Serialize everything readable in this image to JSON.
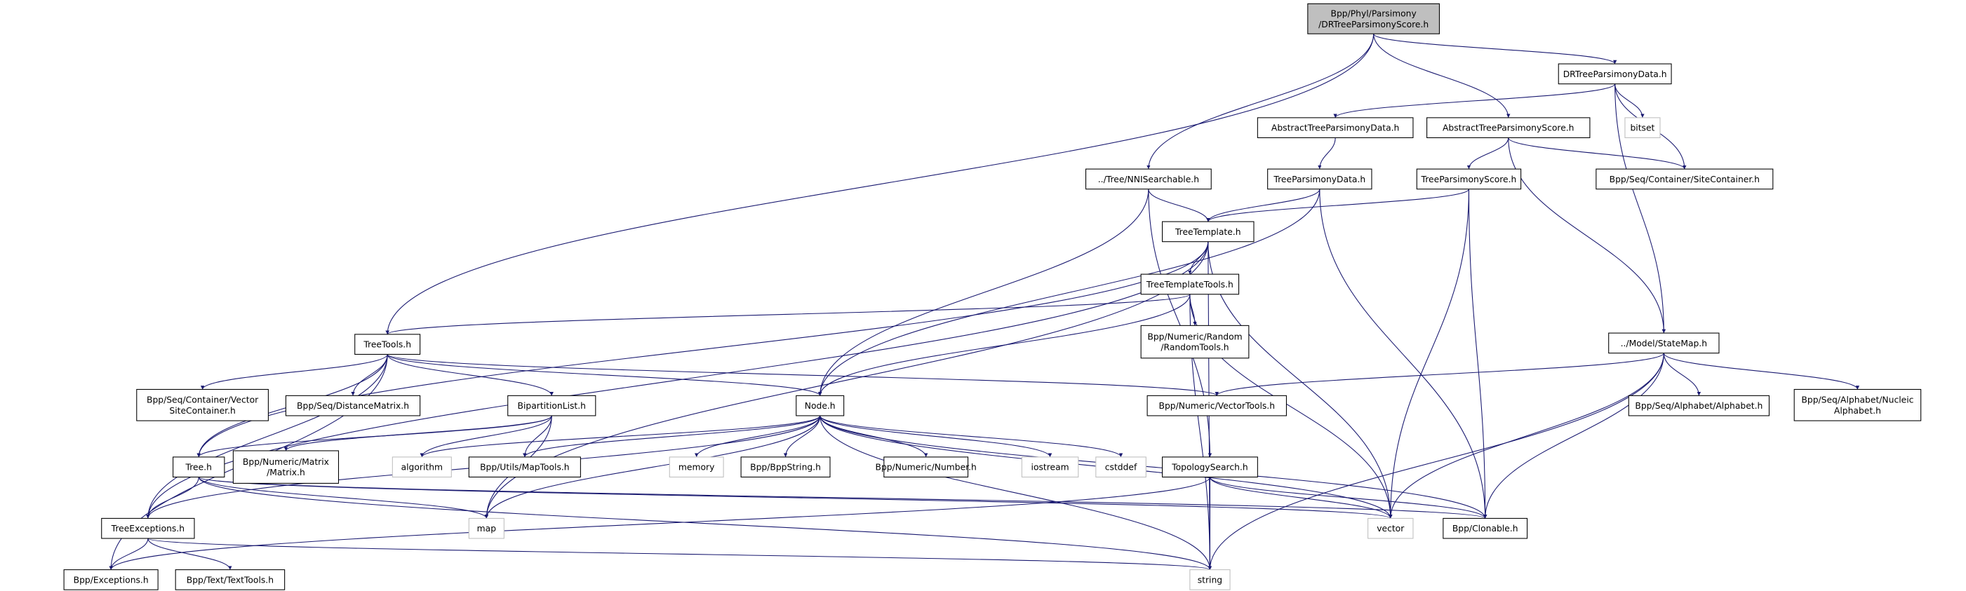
{
  "colors": {
    "edge": "#191970",
    "root_fill": "#bfbfbf",
    "node_border": "#000000",
    "system_border": "#bfbfbf",
    "background": "#ffffff"
  },
  "nodes": [
    {
      "id": "root",
      "label": [
        "Bpp/Phyl/Parsimony",
        "/DRTreeParsimonyScore.h"
      ],
      "kind": "root"
    },
    {
      "id": "drtpd",
      "label": [
        "DRTreeParsimonyData.h"
      ],
      "kind": "file"
    },
    {
      "id": "atpd",
      "label": [
        "AbstractTreeParsimonyData.h"
      ],
      "kind": "file"
    },
    {
      "id": "atps",
      "label": [
        "AbstractTreeParsimonyScore.h"
      ],
      "kind": "file"
    },
    {
      "id": "bitset",
      "label": [
        "bitset"
      ],
      "kind": "system"
    },
    {
      "id": "nni",
      "label": [
        "../Tree/NNISearchable.h"
      ],
      "kind": "file"
    },
    {
      "id": "tpd",
      "label": [
        "TreeParsimonyData.h"
      ],
      "kind": "file"
    },
    {
      "id": "tps",
      "label": [
        "TreeParsimonyScore.h"
      ],
      "kind": "file"
    },
    {
      "id": "sitec",
      "label": [
        "Bpp/Seq/Container/SiteContainer.h"
      ],
      "kind": "file"
    },
    {
      "id": "ttpl",
      "label": [
        "TreeTemplate.h"
      ],
      "kind": "file"
    },
    {
      "id": "ttt",
      "label": [
        "TreeTemplateTools.h"
      ],
      "kind": "file"
    },
    {
      "id": "rand",
      "label": [
        "Bpp/Numeric/Random",
        "/RandomTools.h"
      ],
      "kind": "file"
    },
    {
      "id": "statemap",
      "label": [
        "../Model/StateMap.h"
      ],
      "kind": "file"
    },
    {
      "id": "treetools",
      "label": [
        "TreeTools.h"
      ],
      "kind": "file"
    },
    {
      "id": "vsc",
      "label": [
        "Bpp/Seq/Container/Vector",
        "SiteContainer.h"
      ],
      "kind": "file"
    },
    {
      "id": "distm",
      "label": [
        "Bpp/Seq/DistanceMatrix.h"
      ],
      "kind": "file"
    },
    {
      "id": "bip",
      "label": [
        "BipartitionList.h"
      ],
      "kind": "file"
    },
    {
      "id": "node",
      "label": [
        "Node.h"
      ],
      "kind": "file"
    },
    {
      "id": "vtools",
      "label": [
        "Bpp/Numeric/VectorTools.h"
      ],
      "kind": "file"
    },
    {
      "id": "alpha",
      "label": [
        "Bpp/Seq/Alphabet/Alphabet.h"
      ],
      "kind": "file"
    },
    {
      "id": "nuc",
      "label": [
        "Bpp/Seq/Alphabet/Nucleic",
        "Alphabet.h"
      ],
      "kind": "file"
    },
    {
      "id": "tree",
      "label": [
        "Tree.h"
      ],
      "kind": "file"
    },
    {
      "id": "matrix",
      "label": [
        "Bpp/Numeric/Matrix",
        "/Matrix.h"
      ],
      "kind": "file"
    },
    {
      "id": "algorithm",
      "label": [
        "algorithm"
      ],
      "kind": "system"
    },
    {
      "id": "maptools",
      "label": [
        "Bpp/Utils/MapTools.h"
      ],
      "kind": "file"
    },
    {
      "id": "memory",
      "label": [
        "memory"
      ],
      "kind": "system"
    },
    {
      "id": "bppstring",
      "label": [
        "Bpp/BppString.h"
      ],
      "kind": "file"
    },
    {
      "id": "number",
      "label": [
        "Bpp/Numeric/Number.h"
      ],
      "kind": "file"
    },
    {
      "id": "iostream",
      "label": [
        "iostream"
      ],
      "kind": "system"
    },
    {
      "id": "cstddef",
      "label": [
        "cstddef"
      ],
      "kind": "system"
    },
    {
      "id": "topo",
      "label": [
        "TopologySearch.h"
      ],
      "kind": "file"
    },
    {
      "id": "treeexc",
      "label": [
        "TreeExceptions.h"
      ],
      "kind": "file"
    },
    {
      "id": "map",
      "label": [
        "map"
      ],
      "kind": "system"
    },
    {
      "id": "vector",
      "label": [
        "vector"
      ],
      "kind": "system"
    },
    {
      "id": "clonable",
      "label": [
        "Bpp/Clonable.h"
      ],
      "kind": "file"
    },
    {
      "id": "exc",
      "label": [
        "Bpp/Exceptions.h"
      ],
      "kind": "file"
    },
    {
      "id": "texttools",
      "label": [
        "Bpp/Text/TextTools.h"
      ],
      "kind": "file"
    },
    {
      "id": "string",
      "label": [
        "string"
      ],
      "kind": "system"
    }
  ],
  "edges": [
    [
      "root",
      "treetools"
    ],
    [
      "root",
      "nni"
    ],
    [
      "root",
      "atps"
    ],
    [
      "root",
      "drtpd"
    ],
    [
      "drtpd",
      "atpd"
    ],
    [
      "drtpd",
      "bitset"
    ],
    [
      "drtpd",
      "sitec"
    ],
    [
      "drtpd",
      "statemap"
    ],
    [
      "atpd",
      "tpd"
    ],
    [
      "atps",
      "tps"
    ],
    [
      "atps",
      "sitec"
    ],
    [
      "atps",
      "statemap"
    ],
    [
      "nni",
      "ttpl"
    ],
    [
      "nni",
      "node"
    ],
    [
      "nni",
      "topo"
    ],
    [
      "tpd",
      "ttpl"
    ],
    [
      "tpd",
      "node"
    ],
    [
      "tpd",
      "clonable"
    ],
    [
      "tps",
      "ttpl"
    ],
    [
      "tps",
      "vector"
    ],
    [
      "tps",
      "clonable"
    ],
    [
      "ttpl",
      "ttt"
    ],
    [
      "ttpl",
      "tree"
    ],
    [
      "ttpl",
      "treeexc"
    ],
    [
      "ttpl",
      "map"
    ],
    [
      "ttpl",
      "vector"
    ],
    [
      "ttpl",
      "string"
    ],
    [
      "ttt",
      "treetools"
    ],
    [
      "ttt",
      "rand"
    ],
    [
      "ttt",
      "node"
    ],
    [
      "ttt",
      "vector"
    ],
    [
      "ttt",
      "string"
    ],
    [
      "treetools",
      "vsc"
    ],
    [
      "treetools",
      "distm"
    ],
    [
      "treetools",
      "bip"
    ],
    [
      "treetools",
      "node"
    ],
    [
      "treetools",
      "vtools"
    ],
    [
      "treetools",
      "tree"
    ],
    [
      "treetools",
      "treeexc"
    ],
    [
      "treetools",
      "exc"
    ],
    [
      "statemap",
      "vtools"
    ],
    [
      "statemap",
      "alpha"
    ],
    [
      "statemap",
      "nuc"
    ],
    [
      "statemap",
      "vector"
    ],
    [
      "statemap",
      "clonable"
    ],
    [
      "statemap",
      "string"
    ],
    [
      "bip",
      "tree"
    ],
    [
      "bip",
      "matrix"
    ],
    [
      "bip",
      "algorithm"
    ],
    [
      "bip",
      "maptools"
    ],
    [
      "bip",
      "map"
    ],
    [
      "node",
      "treeexc"
    ],
    [
      "node",
      "algorithm"
    ],
    [
      "node",
      "maptools"
    ],
    [
      "node",
      "memory"
    ],
    [
      "node",
      "bppstring"
    ],
    [
      "node",
      "number"
    ],
    [
      "node",
      "iostream"
    ],
    [
      "node",
      "cstddef"
    ],
    [
      "node",
      "vector"
    ],
    [
      "node",
      "clonable"
    ],
    [
      "node",
      "map"
    ],
    [
      "node",
      "string"
    ],
    [
      "tree",
      "treeexc"
    ],
    [
      "tree",
      "map"
    ],
    [
      "tree",
      "vector"
    ],
    [
      "tree",
      "clonable"
    ],
    [
      "tree",
      "string"
    ],
    [
      "topo",
      "exc"
    ],
    [
      "topo",
      "vector"
    ],
    [
      "topo",
      "clonable"
    ],
    [
      "topo",
      "string"
    ],
    [
      "treeexc",
      "exc"
    ],
    [
      "treeexc",
      "texttools"
    ],
    [
      "treeexc",
      "string"
    ]
  ]
}
